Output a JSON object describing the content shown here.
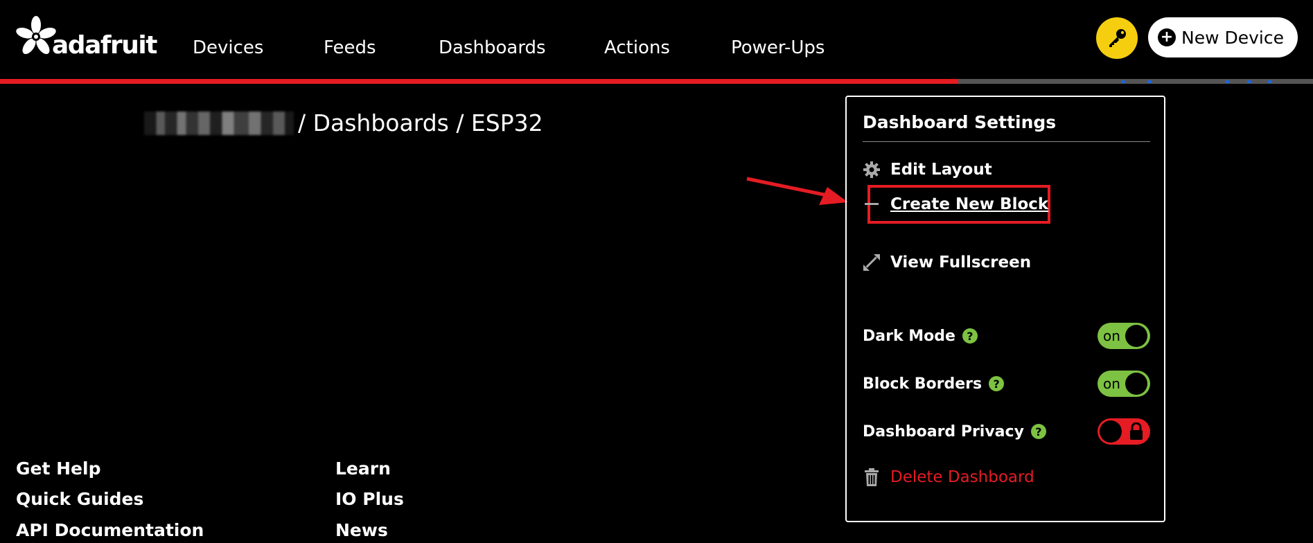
{
  "brand": {
    "name": "adafruit"
  },
  "nav": {
    "items": [
      "Devices",
      "Feeds",
      "Dashboards",
      "Actions",
      "Power-Ups"
    ]
  },
  "header": {
    "key_icon": "key-icon",
    "new_device_label": "New Device"
  },
  "colors": {
    "accent_red": "#e51c23",
    "key_yellow": "#f5cf0f",
    "toggle_green": "#7dc242",
    "progress_gray": "#555555"
  },
  "progress": {
    "fraction": 0.73
  },
  "breadcrumb": {
    "path": "/ Dashboards / ESP32"
  },
  "settings": {
    "title": "Dashboard Settings",
    "edit_layout": "Edit Layout",
    "create_block": "Create New Block",
    "view_fullscreen": "View Fullscreen",
    "dark_mode": {
      "label": "Dark Mode",
      "state": "on"
    },
    "block_borders": {
      "label": "Block Borders",
      "state": "on"
    },
    "privacy": {
      "label": "Dashboard Privacy",
      "state": "locked"
    },
    "help_glyph": "?",
    "delete": "Delete Dashboard"
  },
  "footer": {
    "col1": [
      "Get Help",
      "Quick Guides",
      "API Documentation"
    ],
    "col2": [
      "Learn",
      "IO Plus",
      "News"
    ]
  }
}
